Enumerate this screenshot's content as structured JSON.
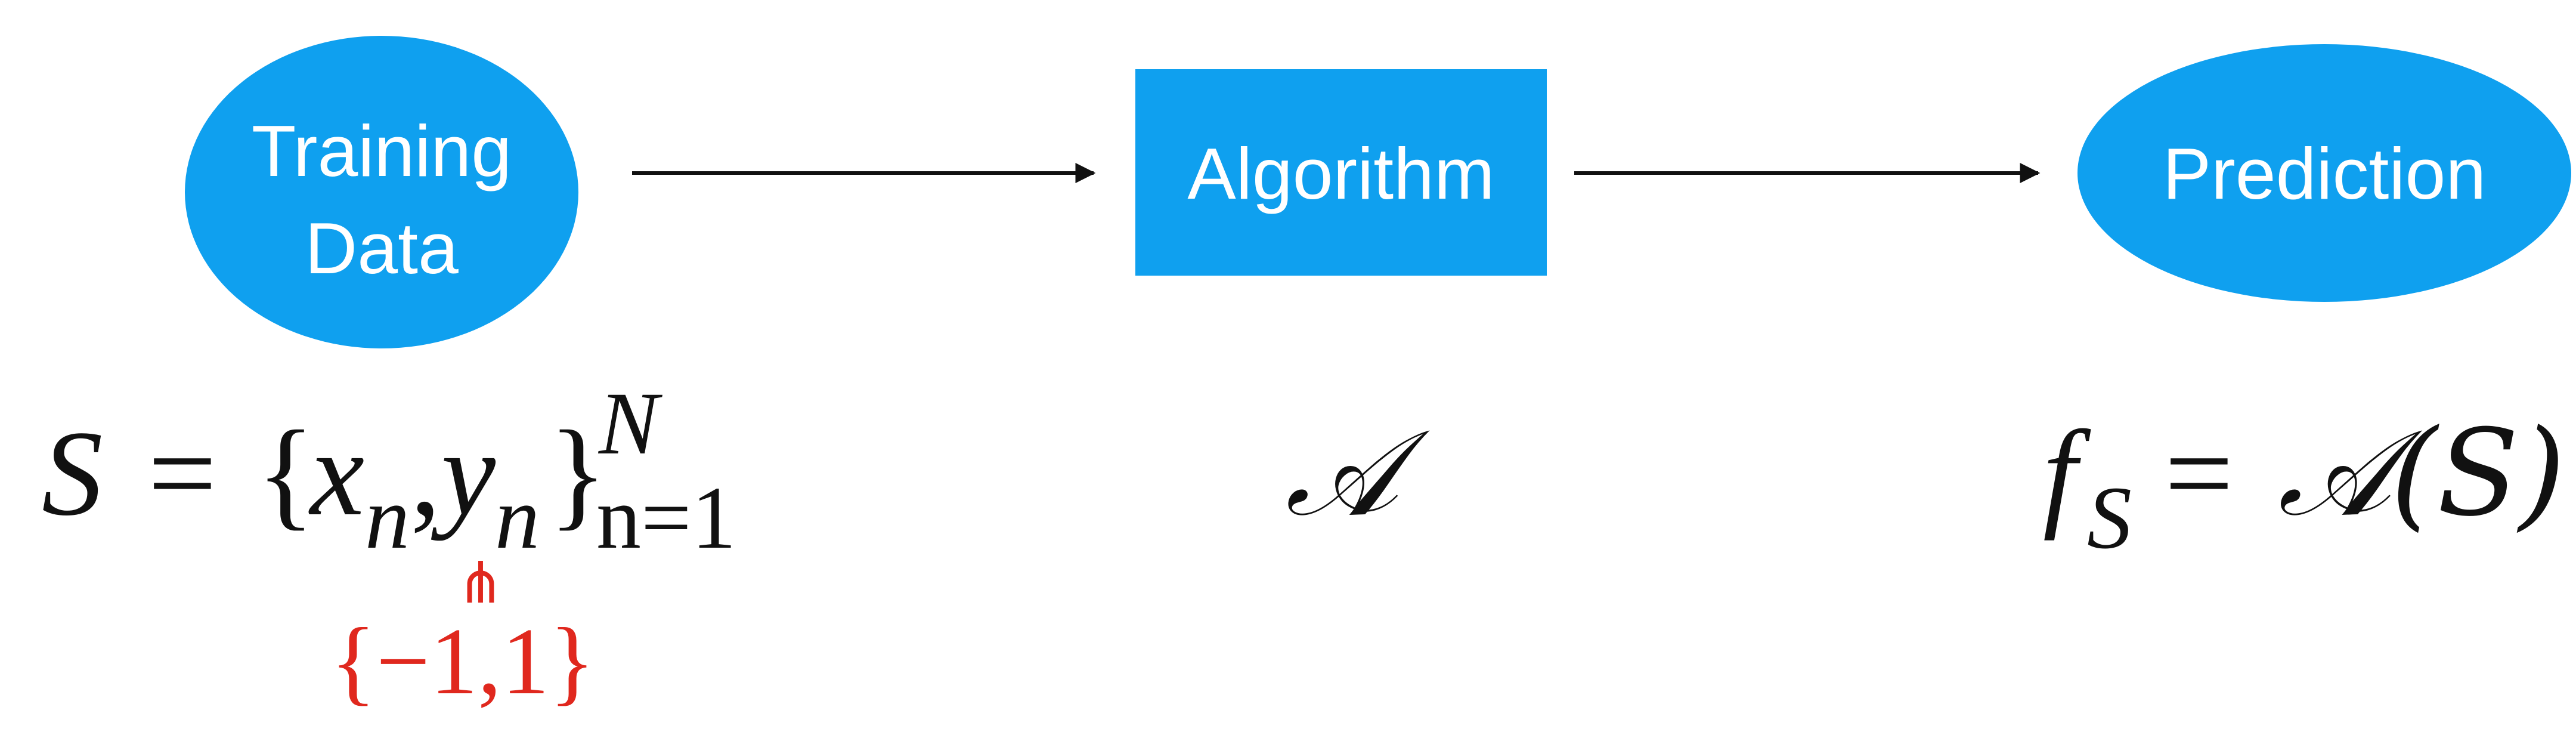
{
  "colors": {
    "node_fill": "#0fa0ef",
    "node_text": "#ffffff",
    "arrow": "#111111",
    "math": "#111111",
    "label_set": "#e0281e"
  },
  "nodes": {
    "training_data": {
      "line1": "Training",
      "line2": "Data"
    },
    "algorithm": {
      "label": "Algorithm"
    },
    "prediction": {
      "label": "Prediction"
    }
  },
  "formulas": {
    "dataset": {
      "lhs": "S",
      "equals": "=",
      "open_brace": "{",
      "x": "x",
      "x_sub": "n",
      "comma": ",",
      "y": "y",
      "y_sub": "n",
      "close_brace": "}",
      "superscript": "N",
      "subscript": "n=1"
    },
    "label_constraint": {
      "symbol": "⋔",
      "set": "{−1,1}"
    },
    "algorithm": {
      "symbol": "𝒜"
    },
    "prediction": {
      "f": "f",
      "f_sub": "S",
      "equals": "=",
      "rhs": "𝒜(S)"
    }
  }
}
